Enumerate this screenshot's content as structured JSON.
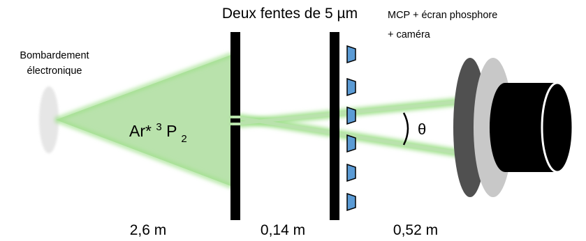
{
  "labels": {
    "source_line1": "Bombardement",
    "source_line2": "électronique",
    "slits": "Deux fentes de 5 µm",
    "detector_line1": "MCP + écran phosphore",
    "detector_line2": "+ caméra",
    "atom_main": "Ar* ",
    "atom_sup": "3",
    "atom_p": "P",
    "atom_sub": "2",
    "theta": "θ"
  },
  "distances": {
    "source_to_slits": "2,6 m",
    "slits_to_grating": "0,14 m",
    "grating_to_detector": "0,52 m"
  },
  "colors": {
    "beam_fill": "#b9e2ac",
    "beam_line": "#9fe08a",
    "slit_plate": "#000000",
    "grating_element": "#5b9bd5",
    "source": "#e6e6e6",
    "mcp_dark": "#505050",
    "mcp_light": "#c8c8c8",
    "camera": "#000000"
  },
  "icons": {
    "source": "electron-source-disk",
    "slits": "double-slit-plate",
    "grating": "grating-plate",
    "detector": "mcp-phosphor-camera"
  },
  "grating": {
    "element_count": 6
  }
}
